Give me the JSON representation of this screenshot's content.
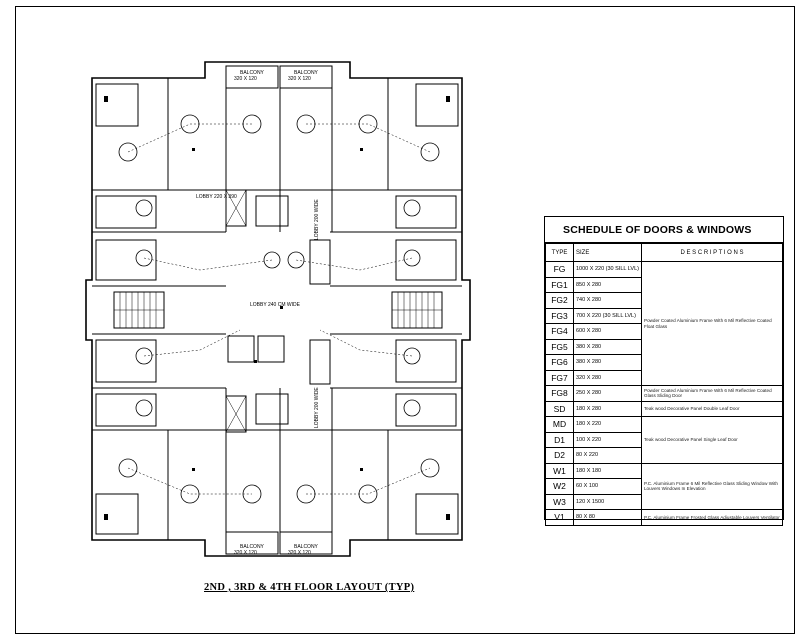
{
  "schedule": {
    "title": "SCHEDULE OF DOORS & WINDOWS",
    "headers": {
      "type": "TYPE",
      "size": "SIZE",
      "desc": "D E S C R I P T I O N S"
    },
    "rows": [
      {
        "type": "FG",
        "size": "1000 X 220 (30 SILL LVL)"
      },
      {
        "type": "FG1",
        "size": "850 X 280"
      },
      {
        "type": "FG2",
        "size": "740 X 280"
      },
      {
        "type": "FG3",
        "size": "700 X 220 (30 SILL LVL)"
      },
      {
        "type": "FG4",
        "size": "600 X 280"
      },
      {
        "type": "FG5",
        "size": "380 X 280"
      },
      {
        "type": "FG6",
        "size": "380 X 280"
      },
      {
        "type": "FG7",
        "size": "320 X 280"
      },
      {
        "type": "FG8",
        "size": "250 X 280"
      },
      {
        "type": "SD",
        "size": "180 X 280"
      },
      {
        "type": "MD",
        "size": "180 X 220"
      },
      {
        "type": "D1",
        "size": "100 X 220"
      },
      {
        "type": "D2",
        "size": "80 X 220"
      },
      {
        "type": "W1",
        "size": "180 X 180"
      },
      {
        "type": "W2",
        "size": "60 X 100"
      },
      {
        "type": "W3",
        "size": "120 X 1500"
      },
      {
        "type": "V1",
        "size": "80 X 80"
      }
    ],
    "desc_groups": [
      {
        "rows": 8,
        "text": "Powder Coated Aluminium Frame With 6 Mil Reflective Coated Float Glass"
      },
      {
        "rows": 1,
        "text": "Powder Coated Aluminium Frame With 6 Mil Reflective Coated Glass Sliding Door"
      },
      {
        "rows": 1,
        "text": "Teak wood Decorative Panel Double Leaf Door"
      },
      {
        "rows": 3,
        "text": "Teak wood Decorative Panel Single Leaf Door"
      },
      {
        "rows": 3,
        "text": "P.C. Aluminium Frame 6 Mil Reflective Glass Sliding Window With Louvers Windows In Elevation"
      },
      {
        "rows": 1,
        "text": "P.C. Aluminium Frame Frosted Glass Adjustable Louvers Ventilator"
      }
    ]
  },
  "plan": {
    "balcony_label": "BALCONY",
    "balcony_size": "320 X 120",
    "lobby_top": "LOBBY\n220 X 390",
    "lobby_center": "LOBBY 240 CM WIDE",
    "lobby_side": "LOBBY 200 WIDE"
  },
  "caption": "2ND , 3RD & 4TH   FLOOR LAYOUT  (TYP)"
}
